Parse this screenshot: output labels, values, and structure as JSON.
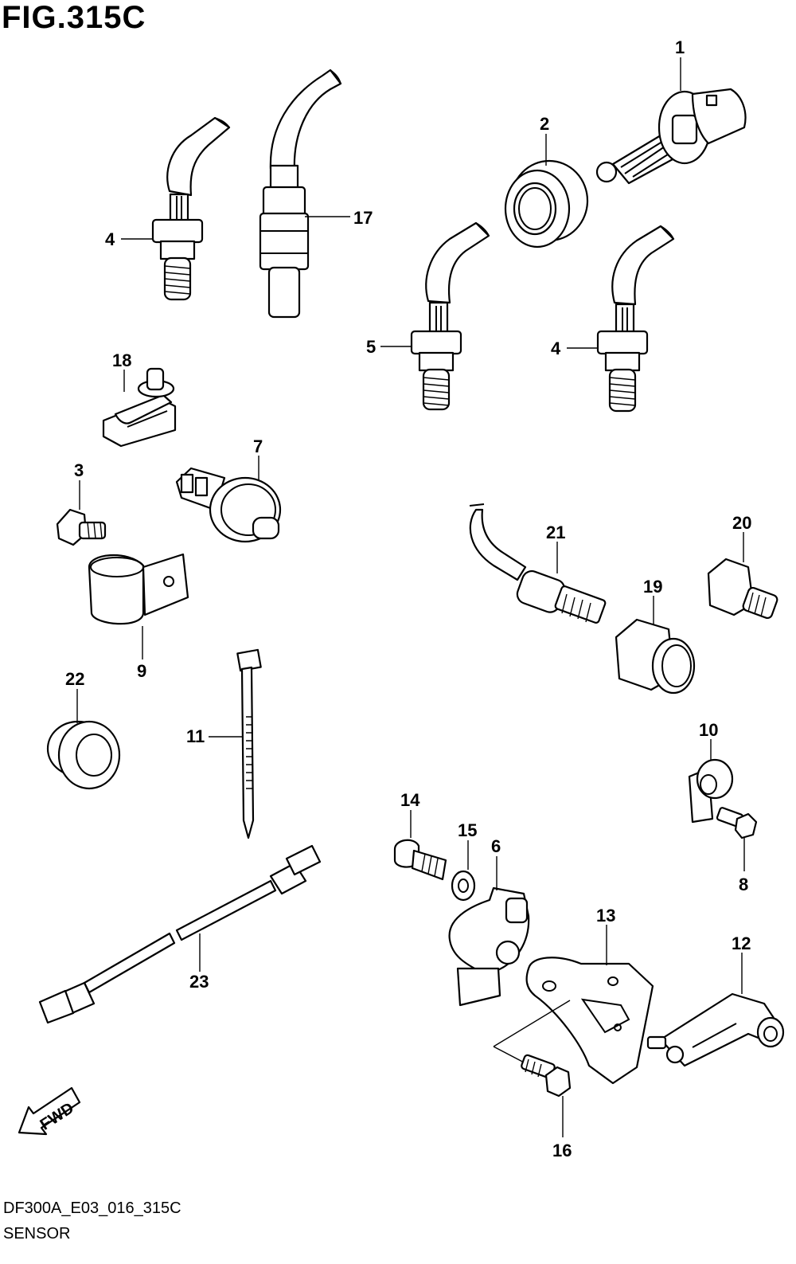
{
  "figure": {
    "title": "FIG.315C",
    "code": "DF300A_E03_016_315C",
    "name": "SENSOR",
    "fwd_label": "FWD"
  },
  "callouts": {
    "c1": "1",
    "c2": "2",
    "c3": "3",
    "c4a": "4",
    "c4b": "4",
    "c5": "5",
    "c6": "6",
    "c7": "7",
    "c8": "8",
    "c9": "9",
    "c10": "10",
    "c11": "11",
    "c12": "12",
    "c13": "13",
    "c14": "14",
    "c15": "15",
    "c16": "16",
    "c17": "17",
    "c18": "18",
    "c19": "19",
    "c20": "20",
    "c21": "21",
    "c22": "22",
    "c23": "23"
  }
}
